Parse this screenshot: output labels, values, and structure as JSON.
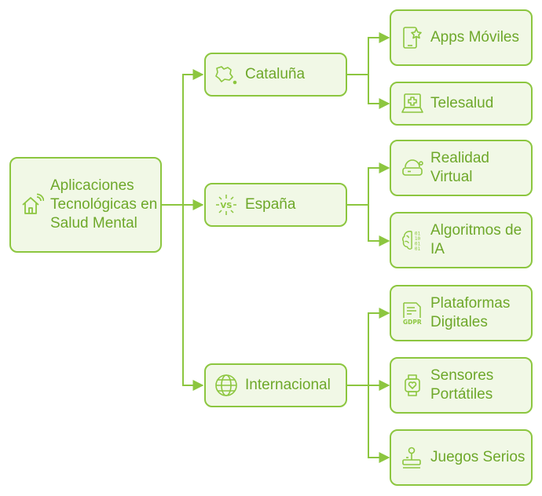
{
  "root": {
    "label": "Aplicaciones Tecnológicas en Salud Mental",
    "icon": "smart-home-icon"
  },
  "branches": [
    {
      "label": "Cataluña",
      "icon": "region-map-icon",
      "children": [
        {
          "label": "Apps Móviles",
          "icon": "mobile-app-star-icon"
        },
        {
          "label": "Telesalud",
          "icon": "laptop-medical-icon"
        }
      ]
    },
    {
      "label": "España",
      "icon": "vs-burst-icon",
      "children": [
        {
          "label": "Realidad Virtual",
          "icon": "vr-headset-icon"
        },
        {
          "label": "Algoritmos de IA",
          "icon": "ai-brain-binary-icon"
        }
      ]
    },
    {
      "label": "Internacional",
      "icon": "globe-icon",
      "children": [
        {
          "label": "Plataformas Digitales",
          "icon": "gdpr-document-icon"
        },
        {
          "label": "Sensores Portátiles",
          "icon": "smartwatch-heart-icon"
        },
        {
          "label": "Juegos Serios",
          "icon": "joystick-icon"
        }
      ]
    }
  ],
  "colors": {
    "stroke": "#8cc63f",
    "fill": "#f1f8e6",
    "text": "#6ea82a"
  }
}
